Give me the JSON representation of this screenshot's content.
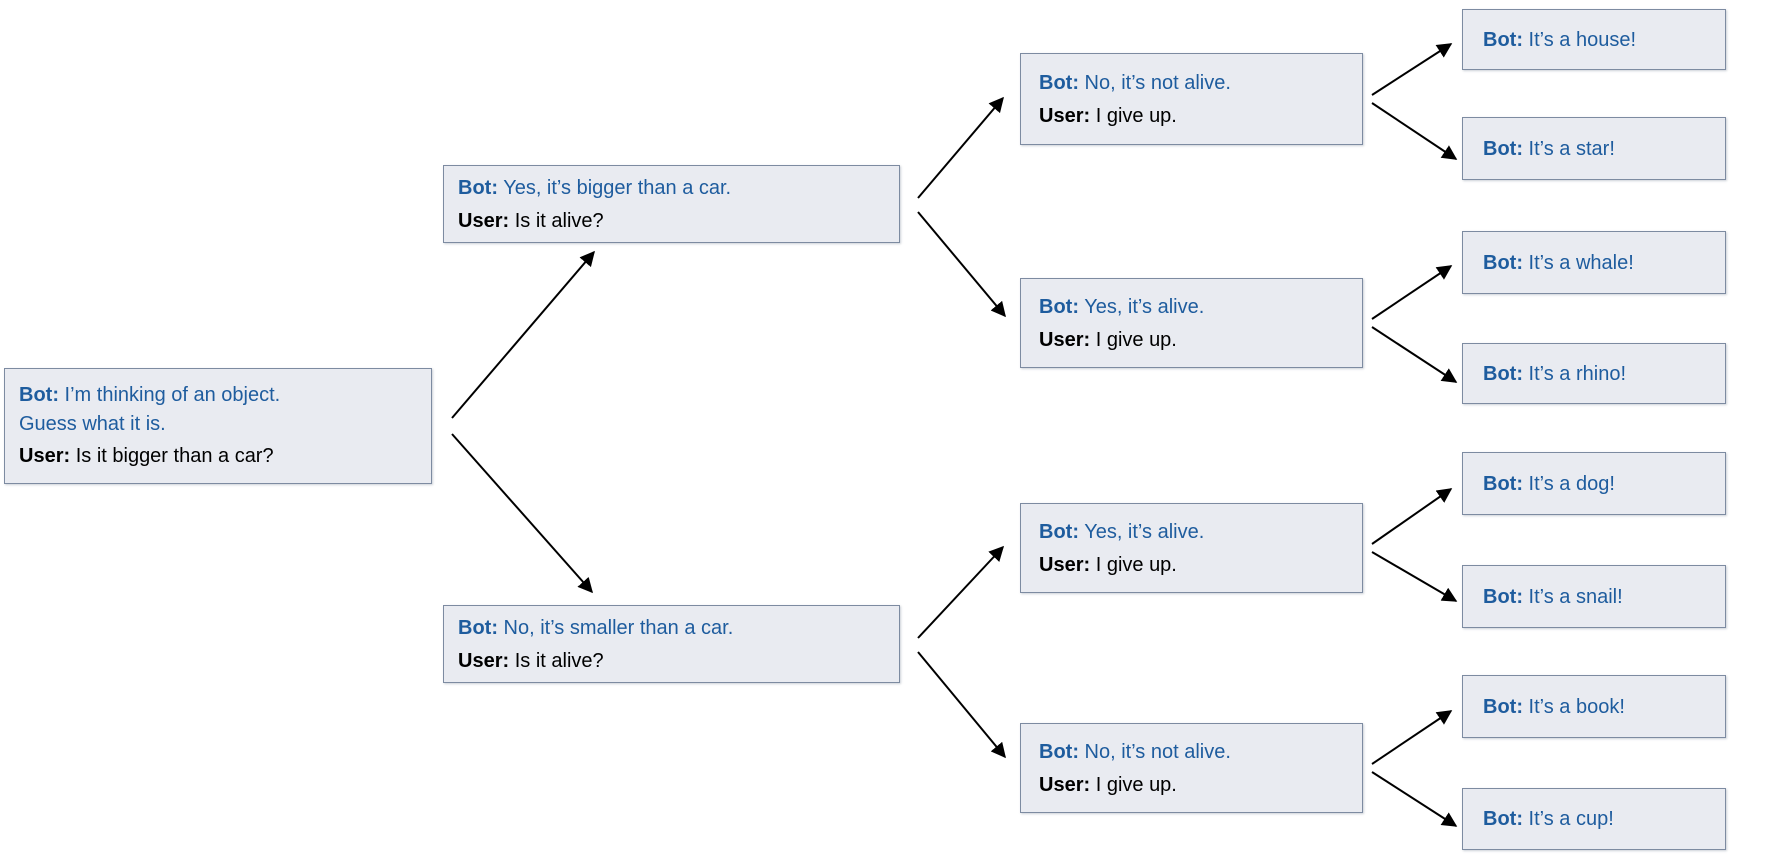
{
  "labels": {
    "bot": "Bot:",
    "user": "User:"
  },
  "colors": {
    "bot_text": "#1e5c9e",
    "user_text": "#000000",
    "box_background": "#e9ebf1",
    "box_border": "#7d8ba1",
    "arrow": "#000000",
    "page_background": "#ffffff"
  },
  "nodes": {
    "root": {
      "bot": "I’m thinking of an object.\nGuess what it is.",
      "user": "Is it bigger than a car?"
    },
    "bigger": {
      "bot": "Yes, it’s bigger than a car.",
      "user": "Is it alive?"
    },
    "smaller": {
      "bot": "No, it’s smaller than a car.",
      "user": "Is it alive?"
    },
    "bigger_not_alive": {
      "bot": "No, it’s not alive.",
      "user": "I give up."
    },
    "bigger_alive": {
      "bot": "Yes, it’s alive.",
      "user": "I give up."
    },
    "smaller_alive": {
      "bot": "Yes, it’s alive.",
      "user": "I give up."
    },
    "smaller_not_alive": {
      "bot": "No, it’s not alive.",
      "user": "I give up."
    },
    "house": {
      "bot": "It’s a house!"
    },
    "star": {
      "bot": "It’s a star!"
    },
    "whale": {
      "bot": "It’s a whale!"
    },
    "rhino": {
      "bot": "It’s a rhino!"
    },
    "dog": {
      "bot": "It’s a dog!"
    },
    "snail": {
      "bot": "It’s a snail!"
    },
    "book": {
      "bot": "It’s a book!"
    },
    "cup": {
      "bot": "It’s a cup!"
    }
  }
}
